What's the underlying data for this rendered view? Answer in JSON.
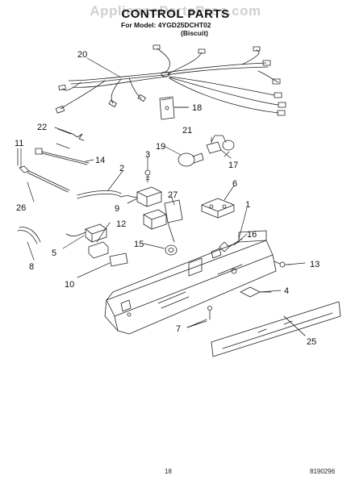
{
  "watermark": "AppliancePartsPros.com",
  "title": "CONTROL PARTS",
  "model_line": "For Model: 4YGD25DCHT02",
  "variant": "(Biscuit)",
  "page_number": "18",
  "doc_code": "8190296",
  "callouts": [
    "20",
    "18",
    "22",
    "21",
    "11",
    "19",
    "3",
    "17",
    "14",
    "2",
    "6",
    "26",
    "27",
    "9",
    "1",
    "12",
    "16",
    "5",
    "15",
    "13",
    "8",
    "4",
    "10",
    "7",
    "25"
  ]
}
